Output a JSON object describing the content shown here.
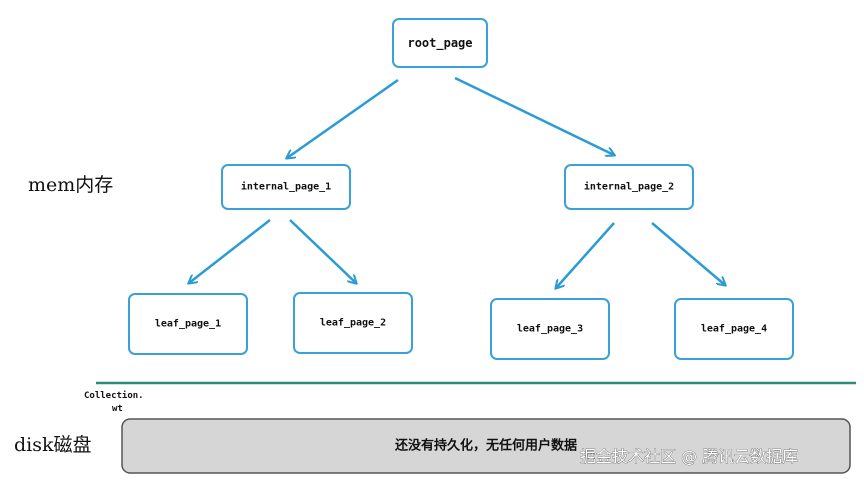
{
  "labels": {
    "mem": "mem内存",
    "disk": "disk磁盘",
    "collection_line1": "Collection.",
    "collection_line2": "wt"
  },
  "disk_box": {
    "text": "还没有持久化，无任何用户数据"
  },
  "watermark": "掘金技术社区 @ 腾讯云数据库",
  "colors": {
    "node_border": "#3aa0d8",
    "arrow": "#2b9bd6",
    "divider": "#2e8b7a",
    "disk_fill": "#d6d6d6",
    "disk_border": "#555555"
  },
  "nodes": [
    {
      "id": "root_page",
      "label": "root_page"
    },
    {
      "id": "internal_page_1",
      "label": "internal_page_1"
    },
    {
      "id": "internal_page_2",
      "label": "internal_page_2"
    },
    {
      "id": "leaf_page_1",
      "label": "leaf_page_1"
    },
    {
      "id": "leaf_page_2",
      "label": "leaf_page_2"
    },
    {
      "id": "leaf_page_3",
      "label": "leaf_page_3"
    },
    {
      "id": "leaf_page_4",
      "label": "leaf_page_4"
    }
  ],
  "edges": [
    {
      "from": "root_page",
      "to": "internal_page_1"
    },
    {
      "from": "root_page",
      "to": "internal_page_2"
    },
    {
      "from": "internal_page_1",
      "to": "leaf_page_1"
    },
    {
      "from": "internal_page_1",
      "to": "leaf_page_2"
    },
    {
      "from": "internal_page_2",
      "to": "leaf_page_3"
    },
    {
      "from": "internal_page_2",
      "to": "leaf_page_4"
    }
  ]
}
